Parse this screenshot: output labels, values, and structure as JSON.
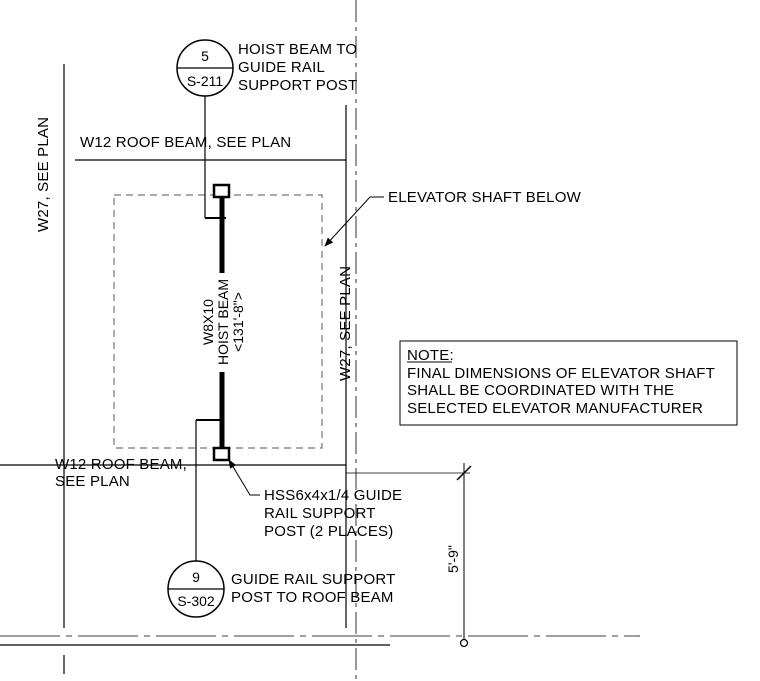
{
  "section_bubbles": {
    "top": {
      "number": "5",
      "sheet": "S-211"
    },
    "bottom": {
      "number": "9",
      "sheet": "S-302"
    }
  },
  "labels": {
    "hoist_to_rail": [
      "HOIST BEAM TO",
      "GUIDE RAIL",
      "SUPPORT POST"
    ],
    "roof_beam_top": "W12 ROOF BEAM, SEE PLAN",
    "w27_left": "W27, SEE PLAN",
    "w27_right": "W27, SEE PLAN",
    "elevator_shaft": "ELEVATOR SHAFT BELOW",
    "hoist_beam": [
      "W8X10",
      "HOIST BEAM",
      "<131'-8\">"
    ],
    "roof_beam_bottom": [
      "W12 ROOF BEAM,",
      "SEE PLAN"
    ],
    "hss_post": [
      "HSS6x4x1/4 GUIDE",
      "RAIL SUPPORT",
      "POST (2 PLACES)"
    ],
    "rail_to_roof": [
      "GUIDE RAIL SUPPORT",
      "POST TO ROOF BEAM"
    ],
    "dimension": "5'-9\""
  },
  "note": {
    "title": "NOTE:",
    "lines": [
      "FINAL DIMENSIONS OF ELEVATOR SHAFT",
      "SHALL BE COORDINATED WITH THE",
      "SELECTED ELEVATOR MANUFACTURER"
    ]
  }
}
